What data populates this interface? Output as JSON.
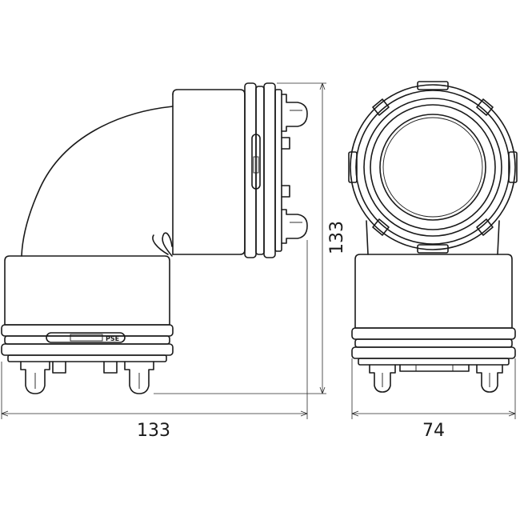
{
  "dimensions": {
    "overall_width": "133",
    "overall_height": "133",
    "end_view_width": "74"
  },
  "part_mark": "PSE"
}
